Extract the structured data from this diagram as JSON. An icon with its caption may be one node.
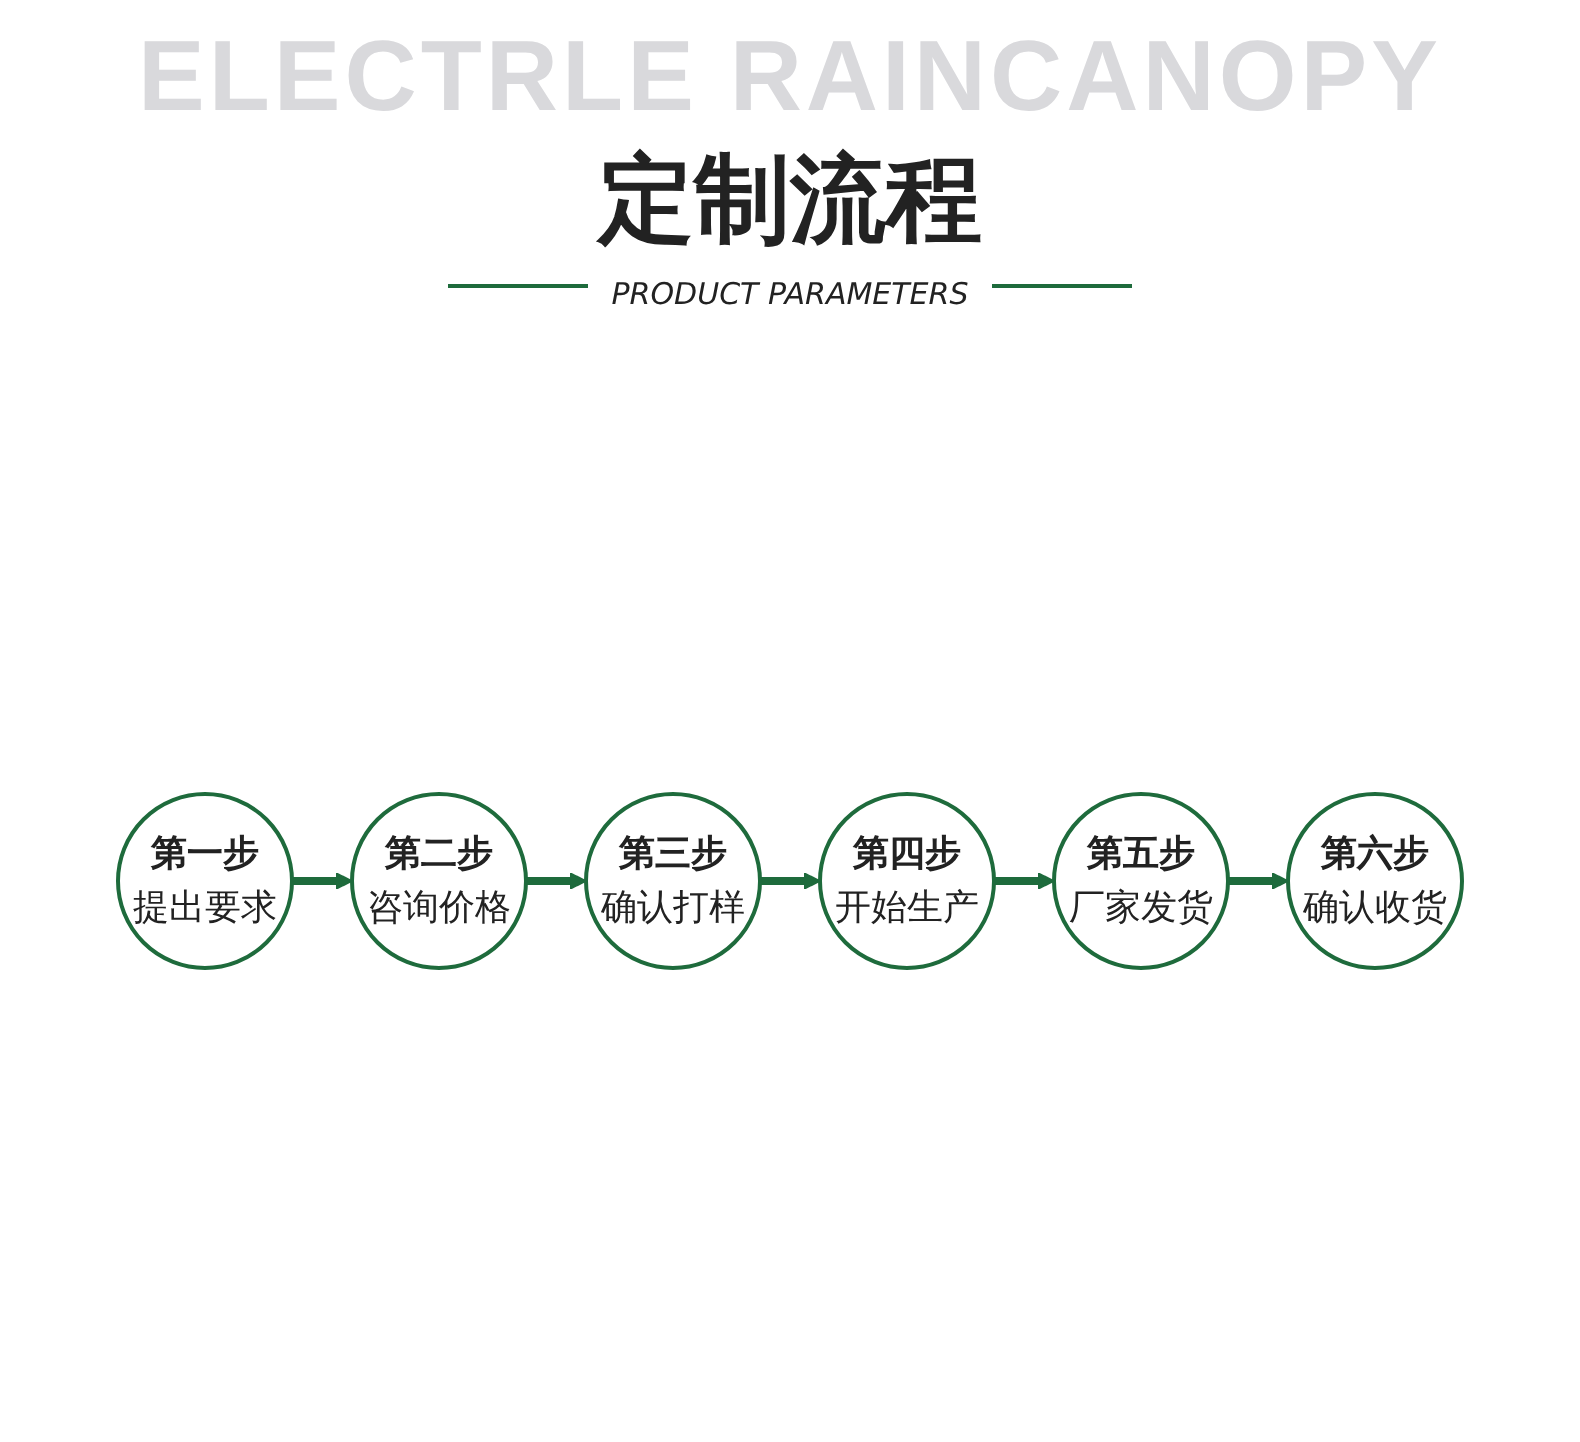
{
  "diagram": {
    "title": "定制流程",
    "nodes": [
      {
        "text": [
          "第一步",
          "提出要求"
        ]
      },
      {
        "text": [
          "第二步",
          "咨询价格"
        ]
      },
      {
        "text": [
          "第三步",
          "确认打样"
        ]
      },
      {
        "text": [
          "第四步",
          "开始生产"
        ]
      },
      {
        "text": [
          "第五步",
          "厂家发货"
        ]
      },
      {
        "text": [
          "第六步",
          "确认收货"
        ]
      }
    ],
    "edges": [
      {
        "from": 0,
        "to": 1,
        "arrow": "to"
      },
      {
        "from": 1,
        "to": 2,
        "arrow": "to"
      },
      {
        "from": 2,
        "to": 3,
        "arrow": "to"
      },
      {
        "from": 3,
        "to": 4,
        "arrow": "to"
      },
      {
        "from": 4,
        "to": 5,
        "arrow": "to"
      }
    ],
    "labels": [
      "ELECTRLE RAINCANOPY",
      "PRODUCT PARAMETERS"
    ]
  }
}
